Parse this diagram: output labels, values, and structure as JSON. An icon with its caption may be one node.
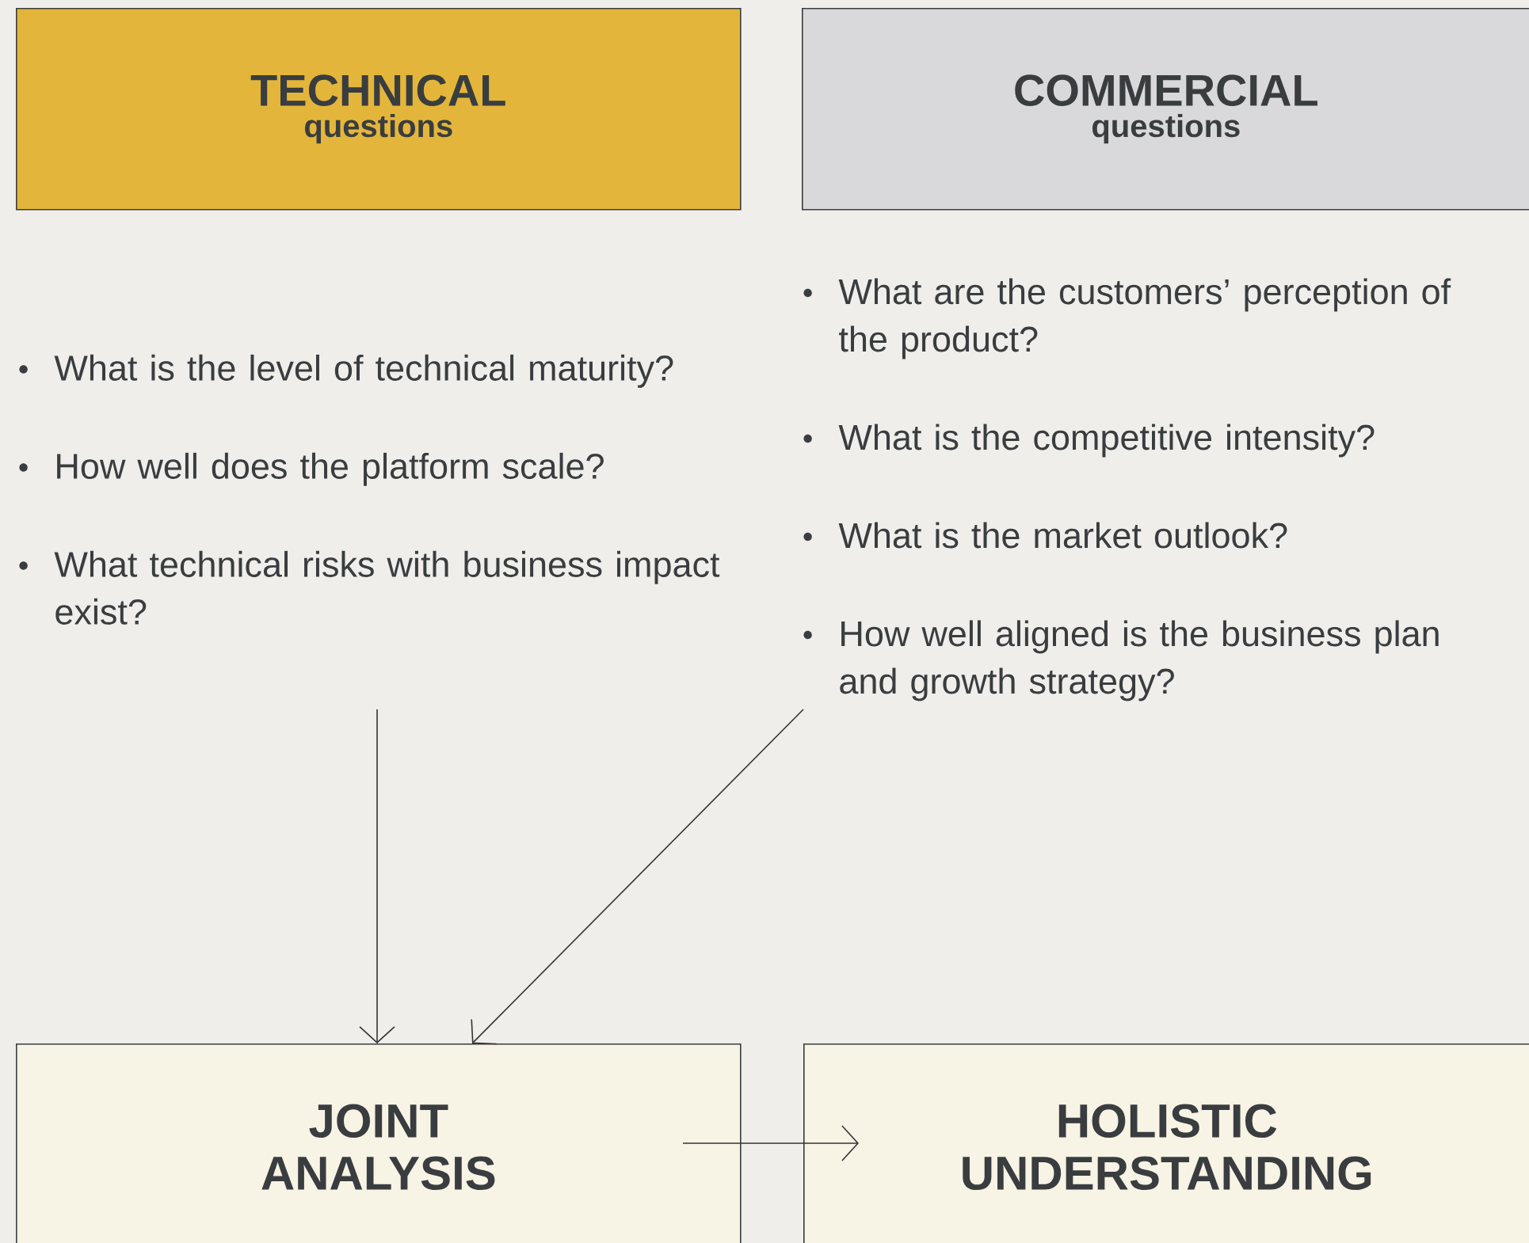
{
  "diagram": {
    "nodes": [
      {
        "text": [
          "TECHNICAL",
          "questions"
        ]
      },
      {
        "text": [
          "COMMERCIAL",
          "questions"
        ]
      },
      {
        "text": [
          "What is the level of technical maturity?",
          "How well does the platform scale?",
          "What technical risks with business impact exist?"
        ]
      },
      {
        "text": [
          "What are the customers’ perception of the product?",
          "What is the competitive intensity?",
          "What is the market outlook?",
          "How well aligned is the business plan and growth strategy?"
        ]
      },
      {
        "text": [
          "JOINT ANALYSIS"
        ]
      },
      {
        "text": [
          "HOLISTIC UNDERSTANDING"
        ]
      }
    ],
    "edges": [
      {
        "from": 2,
        "to": 4,
        "arrow": "to"
      },
      {
        "from": 3,
        "to": 4,
        "arrow": "to"
      },
      {
        "from": 4,
        "to": 5,
        "arrow": "to"
      }
    ]
  }
}
